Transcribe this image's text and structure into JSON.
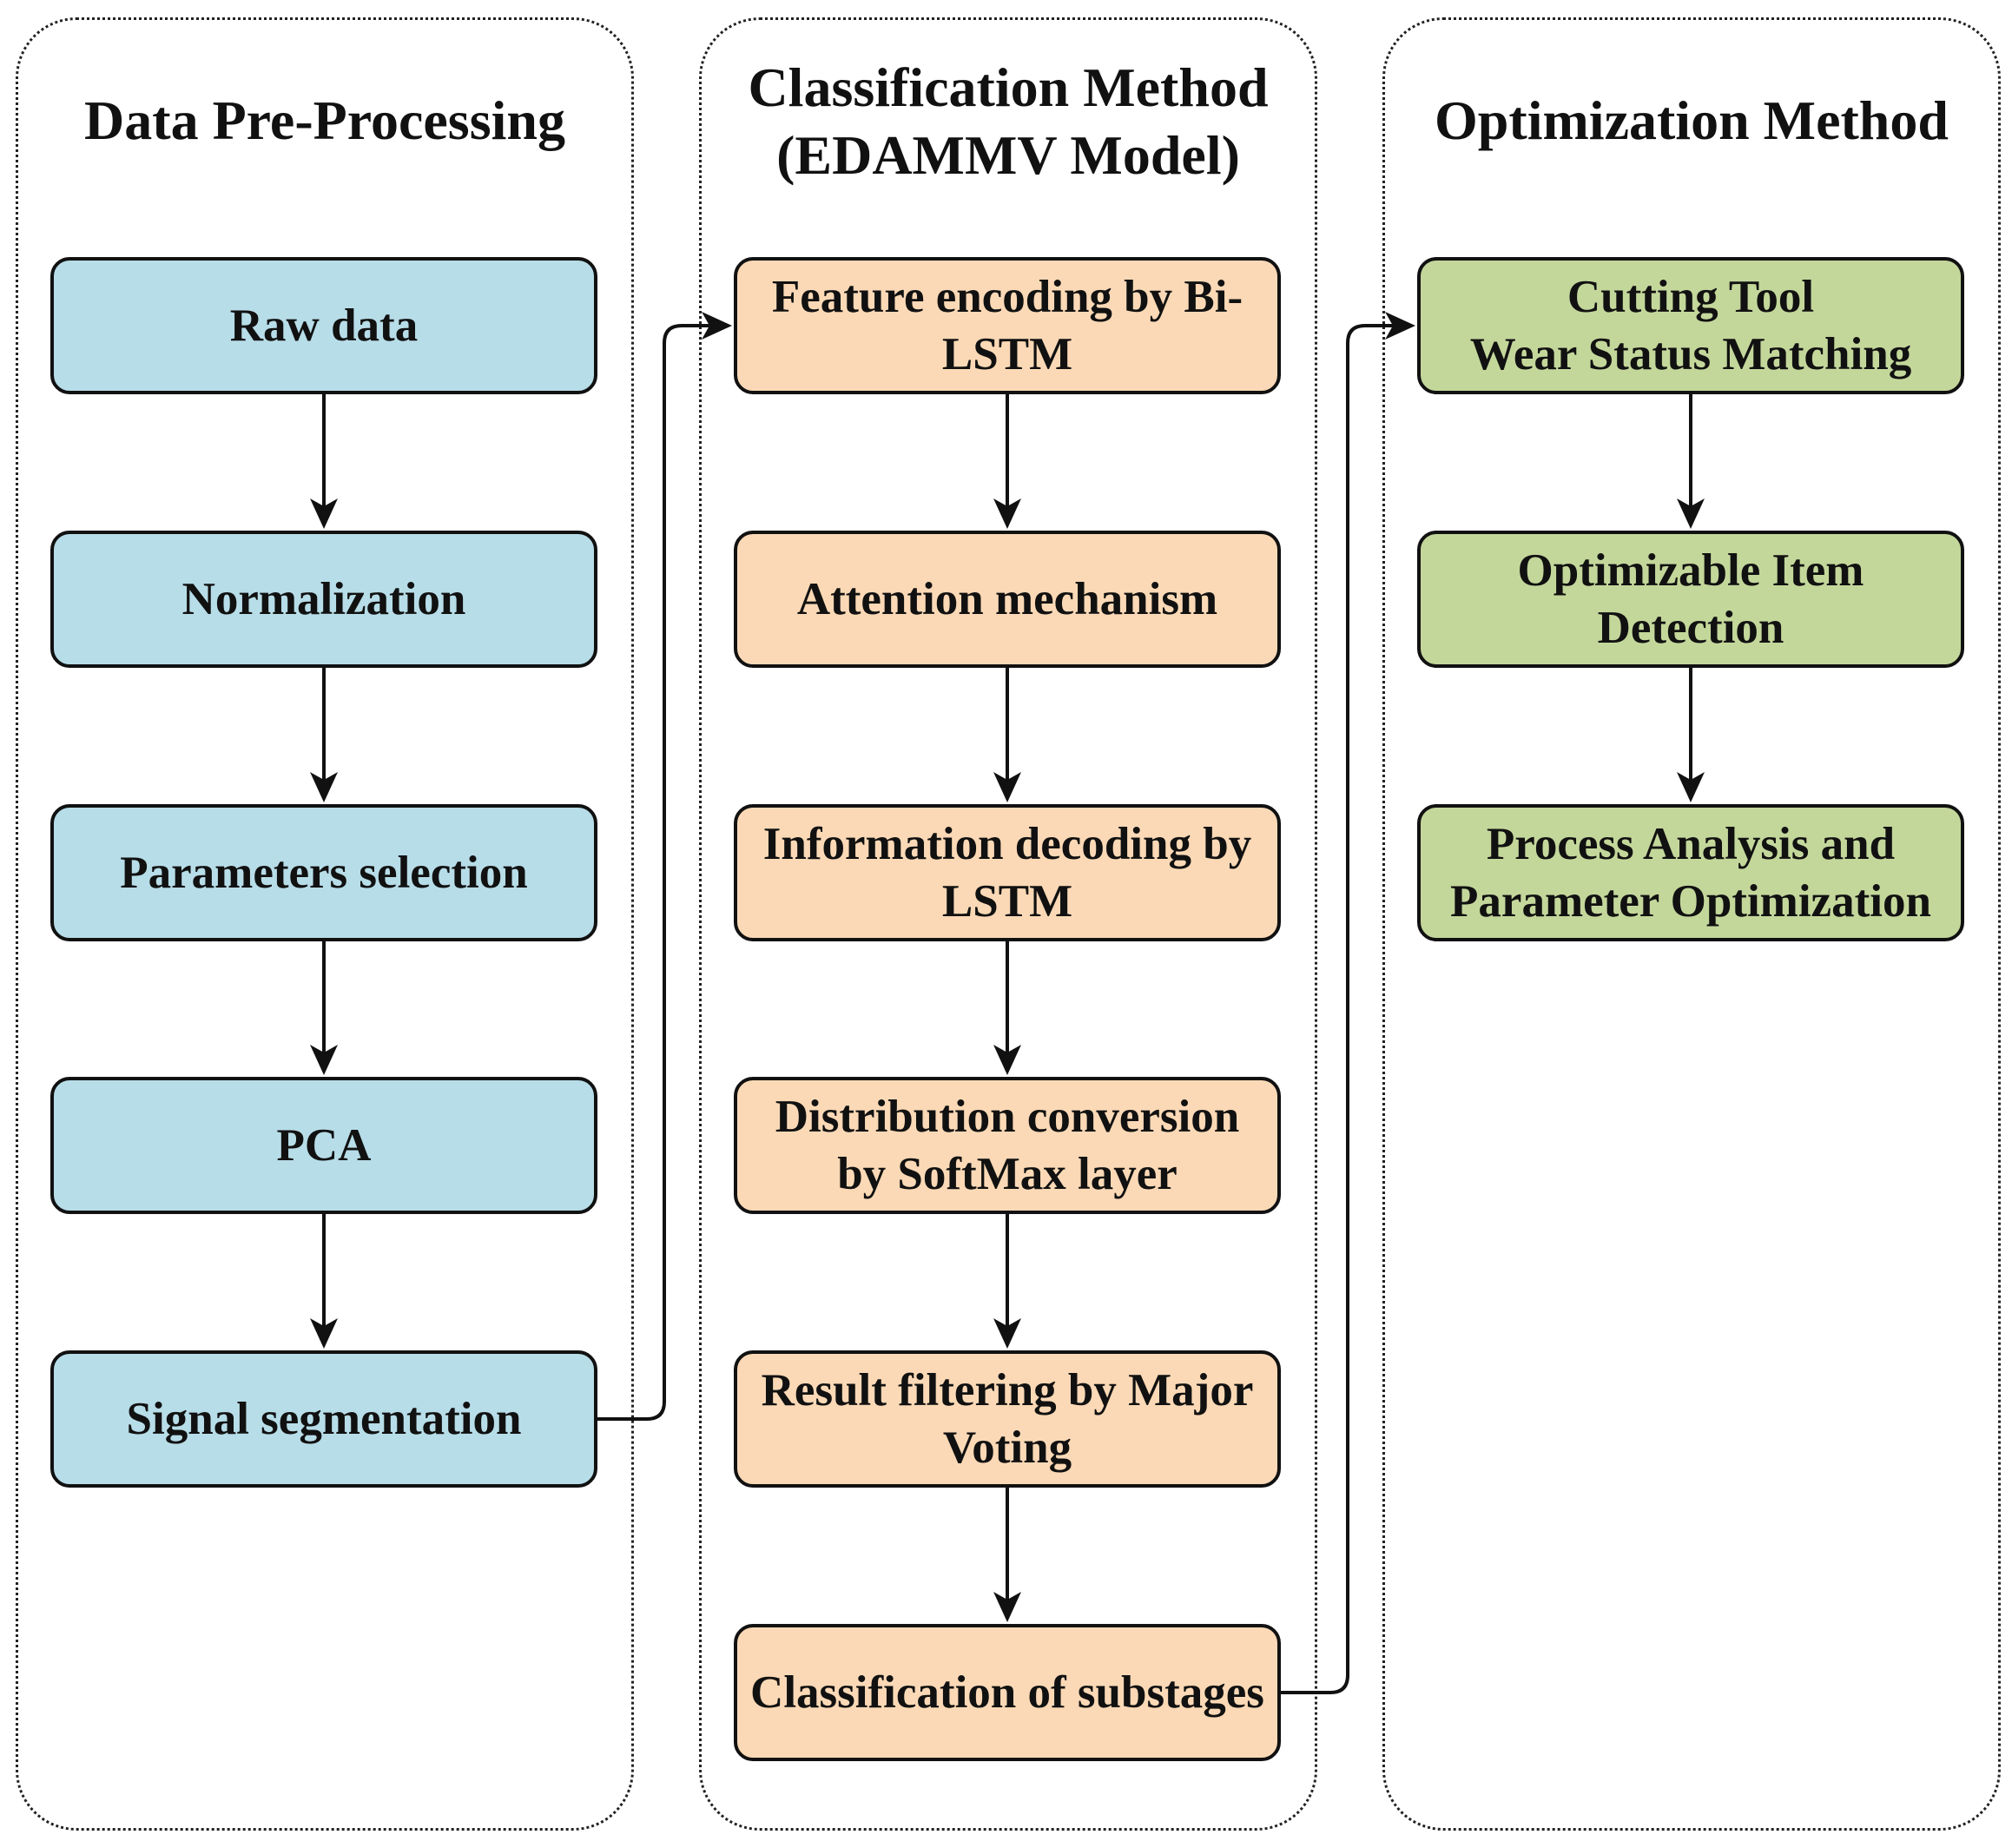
{
  "panels": {
    "preprocessing": {
      "title": "Data Pre-Processing",
      "steps": [
        "Raw data",
        "Normalization",
        "Parameters selection",
        "PCA",
        "Signal segmentation"
      ]
    },
    "classification": {
      "title": "Classification Method\n(EDAMMV Model)",
      "steps": [
        "Feature encoding by Bi-\nLSTM",
        "Attention mechanism",
        "Information decoding by\nLSTM",
        "Distribution conversion\nby SoftMax layer",
        "Result filtering by Major\nVoting",
        "Classification of substages"
      ]
    },
    "optimization": {
      "title": "Optimization Method",
      "steps": [
        "Cutting Tool\nWear Status Matching",
        "Optimizable Item\nDetection",
        "Process Analysis and\nParameter Optimization"
      ]
    }
  },
  "colors": {
    "preprocessing_fill": "#b7dde8",
    "classification_fill": "#fbd9b6",
    "optimization_fill": "#c4d79b",
    "stroke": "#111111"
  }
}
